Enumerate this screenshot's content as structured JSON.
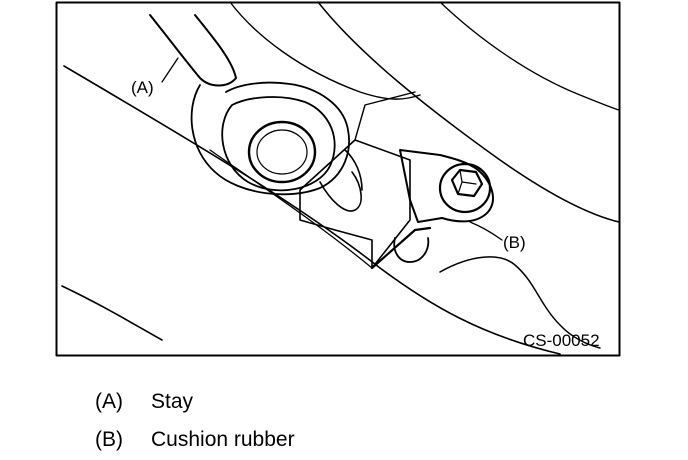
{
  "figure": {
    "callout_a": "(A)",
    "callout_b": "(B)",
    "code": "CS-00052"
  },
  "legend": [
    {
      "key": "(A)",
      "label": "Stay"
    },
    {
      "key": "(B)",
      "label": "Cushion rubber"
    }
  ]
}
